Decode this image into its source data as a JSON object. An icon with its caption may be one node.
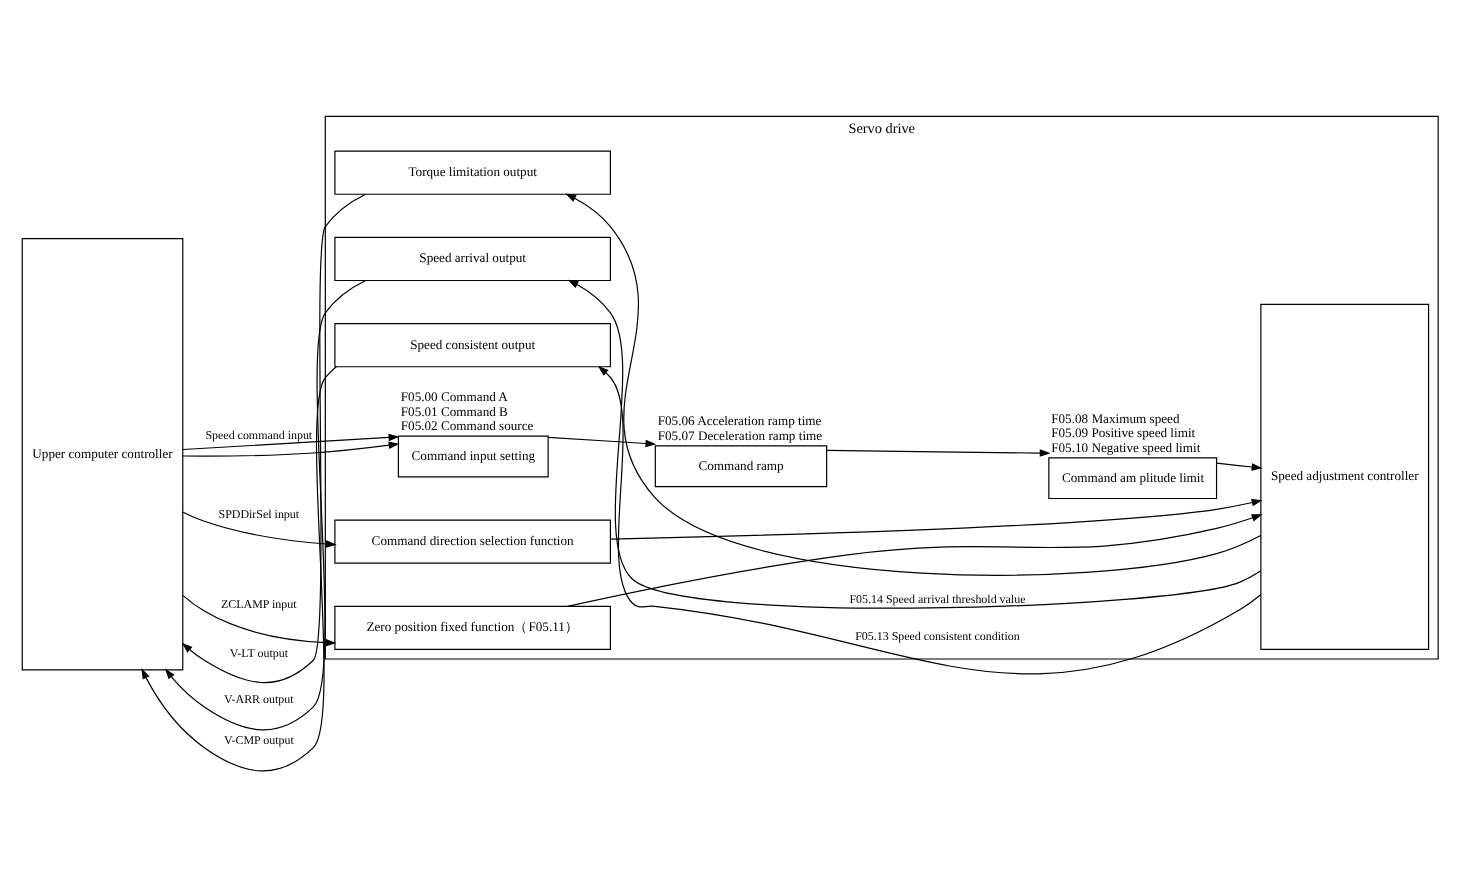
{
  "diagram": {
    "nodes": [
      {
        "text": [
          "Upper computer controller"
        ]
      },
      {
        "text": [
          "Servo drive"
        ]
      },
      {
        "text": [
          "Command input setting"
        ],
        "in": 1,
        "beside": [
          "F05.00 Command A",
          "F05.01 Command B",
          "F05.02 Command source"
        ]
      },
      {
        "text": [
          "Command ramp"
        ],
        "in": 1,
        "beside": [
          "F05.06 Acceleration ramp time",
          "F05.07 Deceleration ramp time"
        ]
      },
      {
        "text": [
          "Command am plitude limit"
        ],
        "in": 1,
        "beside": [
          "F05.08 Maximum speed",
          "F05.09 Positive speed limit",
          "F05.10 Negative speed limit"
        ]
      },
      {
        "text": [
          "Speed adjustment controller"
        ],
        "in": 1
      },
      {
        "text": [
          "Command direction selection function"
        ],
        "in": 1
      },
      {
        "text": [
          "Zero position fixed function（F05.11）"
        ],
        "in": 1
      },
      {
        "text": [
          "Torque limitation output"
        ],
        "in": 1
      },
      {
        "text": [
          "Speed arrival output"
        ],
        "in": 1
      },
      {
        "text": [
          "Speed consistent output"
        ],
        "in": 1
      }
    ],
    "edges": [
      {
        "from": 0,
        "to": 2,
        "arrow": "to",
        "label": "Speed command input"
      },
      {
        "from": 0,
        "to": 2,
        "arrow": "to"
      },
      {
        "from": 2,
        "to": 3,
        "arrow": "to"
      },
      {
        "from": 3,
        "to": 4,
        "arrow": "to"
      },
      {
        "from": 4,
        "to": 5,
        "arrow": "to"
      },
      {
        "from": 0,
        "to": 6,
        "arrow": "to",
        "label": "SPDDirSel input"
      },
      {
        "from": 6,
        "to": 5,
        "arrow": "to"
      },
      {
        "from": 0,
        "to": 7,
        "arrow": "to",
        "label": "ZCLAMP input"
      },
      {
        "from": 7,
        "to": 5,
        "arrow": "to"
      },
      {
        "from": 8,
        "to": 0,
        "arrow": "to",
        "label": "V-LT output"
      },
      {
        "from": 5,
        "to": 8,
        "arrow": "to"
      },
      {
        "from": 9,
        "to": 0,
        "arrow": "to",
        "label": "V-ARR output"
      },
      {
        "from": 5,
        "to": 9,
        "arrow": "to",
        "label": "F05.14 Speed arrival threshold value"
      },
      {
        "from": 10,
        "to": 0,
        "arrow": "to",
        "label": "V-CMP output"
      },
      {
        "from": 5,
        "to": 10,
        "arrow": "to",
        "label": "F05.13 Speed consistent condition"
      }
    ]
  }
}
